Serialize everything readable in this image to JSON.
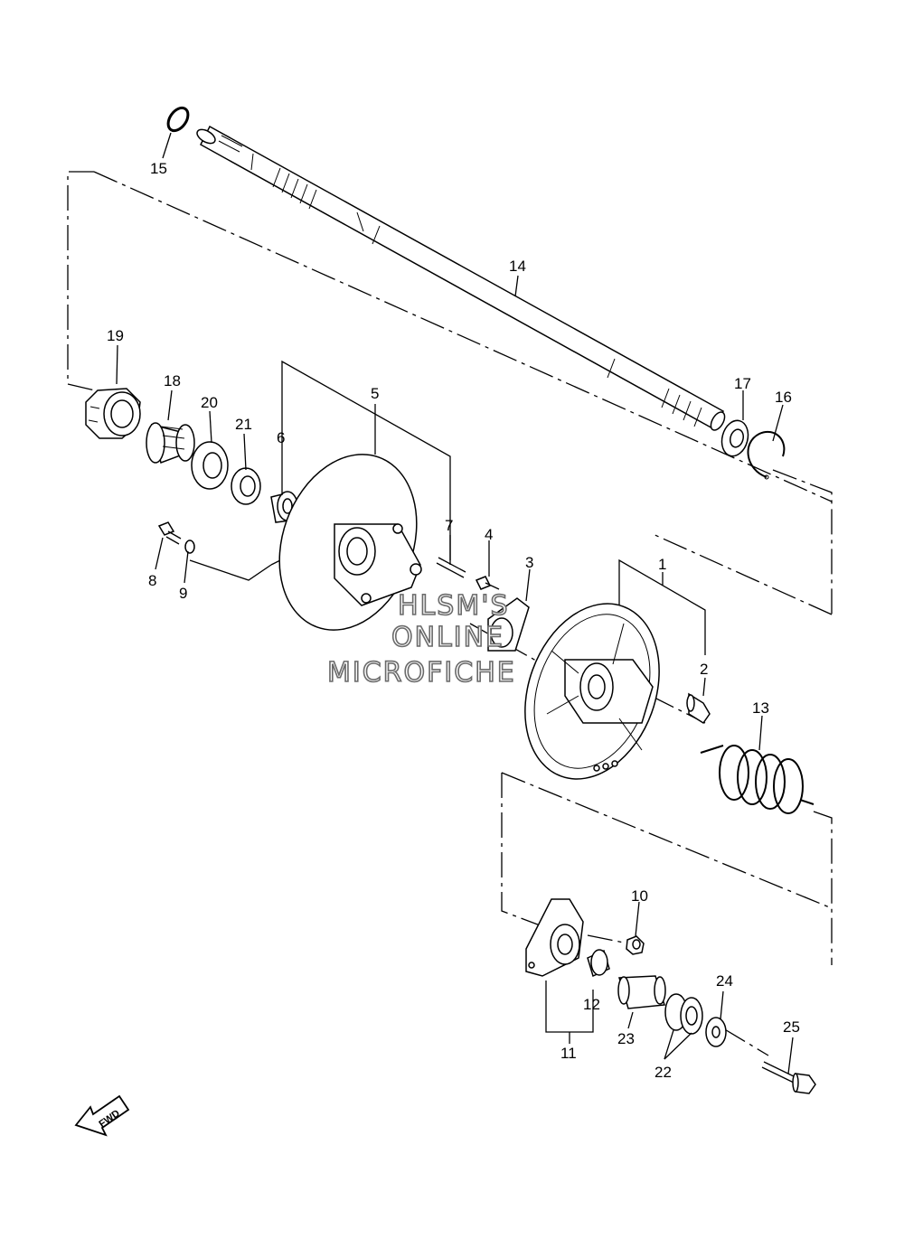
{
  "callouts": {
    "c1": "1",
    "c2": "2",
    "c3": "3",
    "c4": "4",
    "c5": "5",
    "c6": "6",
    "c7": "7",
    "c8": "8",
    "c9": "9",
    "c10": "10",
    "c11": "11",
    "c12": "12",
    "c13": "13",
    "c14": "14",
    "c15": "15",
    "c16": "16",
    "c17": "17",
    "c18": "18",
    "c19": "19",
    "c20": "20",
    "c21": "21",
    "c22": "22",
    "c23": "23",
    "c24": "24",
    "c25": "25"
  },
  "watermark": {
    "line1": "HLSM'S",
    "line2": "ONLINE",
    "line3": "MICROFICHE"
  },
  "fwd_arrow": {
    "label": "FWD"
  }
}
